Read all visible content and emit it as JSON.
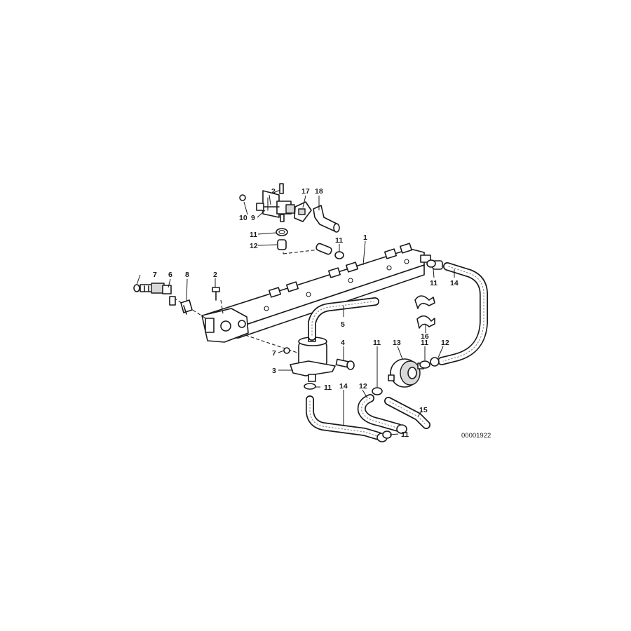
{
  "diagram": {
    "image_code": "00001922",
    "callouts": {
      "c1": "1",
      "c2a": "2",
      "c2b": "2",
      "c3": "3",
      "c4": "4",
      "c5": "5",
      "c6": "6",
      "c7a": "7",
      "c7b": "7",
      "c8": "8",
      "c9": "9",
      "c10": "10",
      "c11a": "11",
      "c11b": "11",
      "c11c": "11",
      "c11d": "11",
      "c11e": "11",
      "c11f": "11",
      "c11g": "11",
      "c12a": "12",
      "c12b": "12",
      "c12c": "12",
      "c13": "13",
      "c14a": "14",
      "c14b": "14",
      "c15": "15",
      "c16": "16",
      "c17": "17",
      "c18": "18"
    }
  }
}
